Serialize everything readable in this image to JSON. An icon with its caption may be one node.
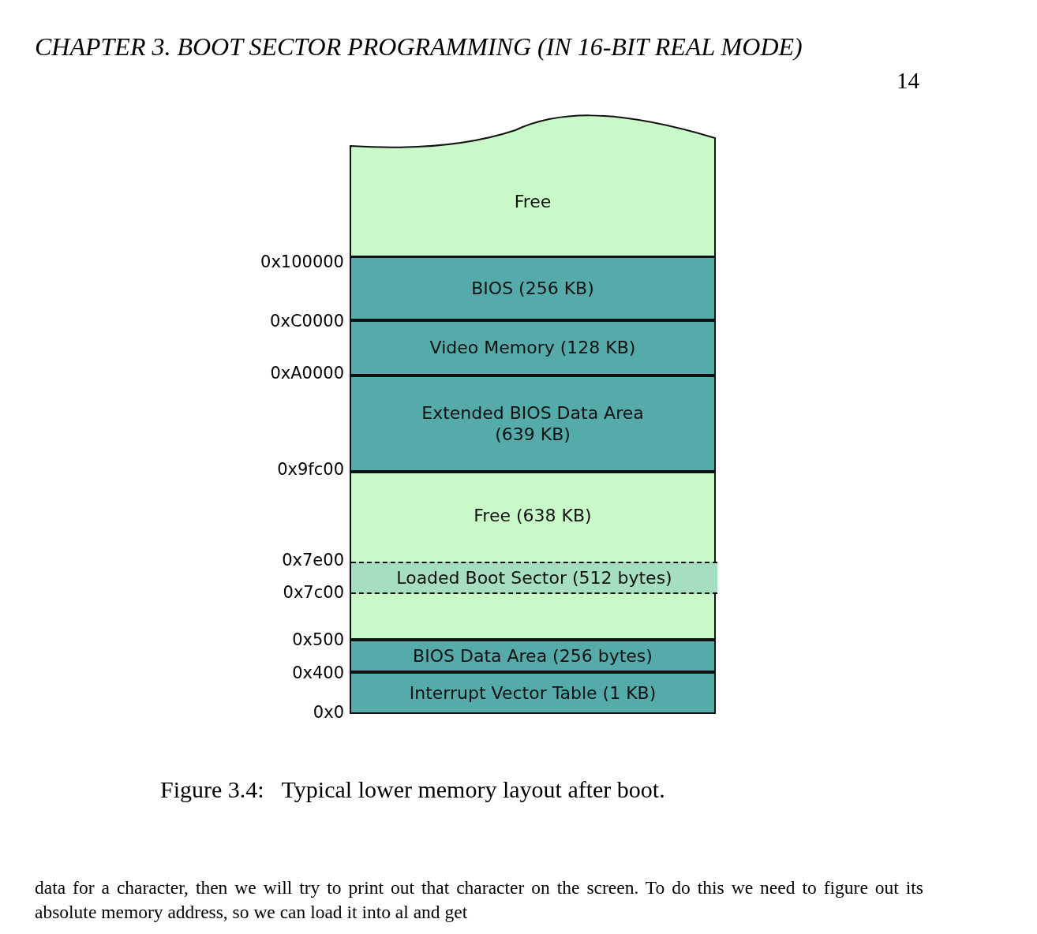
{
  "diagram": {
    "caption": "Figure 3.4:   Typical lower memory layout after boot.",
    "nodes": [
      {
        "text": [
          "Free"
        ]
      },
      {
        "text": [
          "BIOS (256 KB)"
        ]
      },
      {
        "text": [
          "Video Memory (128 KB)"
        ]
      },
      {
        "text": [
          "Extended BIOS Data Area (639 KB)"
        ]
      },
      {
        "text": [
          "Free (638 KB)"
        ]
      },
      {
        "text": [
          "Loaded Boot Sector (512 bytes)"
        ],
        "in": 4
      },
      {
        "text": [
          "BIOS Data Area (256 bytes)"
        ]
      },
      {
        "text": [
          "Interrupt Vector Table (1 KB)"
        ]
      }
    ],
    "labels": [
      "CHAPTER 3.  BOOT SECTOR PROGRAMMING (IN 16-BIT REAL MODE)",
      "14",
      "0x100000",
      "0xC0000",
      "0xA0000",
      "0x9fc00",
      "0x7e00",
      "0x7c00",
      "0x500",
      "0x400",
      "0x0",
      "data for a character, then we will try to print out that character on the screen. To do this we need to figure out its absolute memory address, so we can load it into al and get"
    ]
  }
}
